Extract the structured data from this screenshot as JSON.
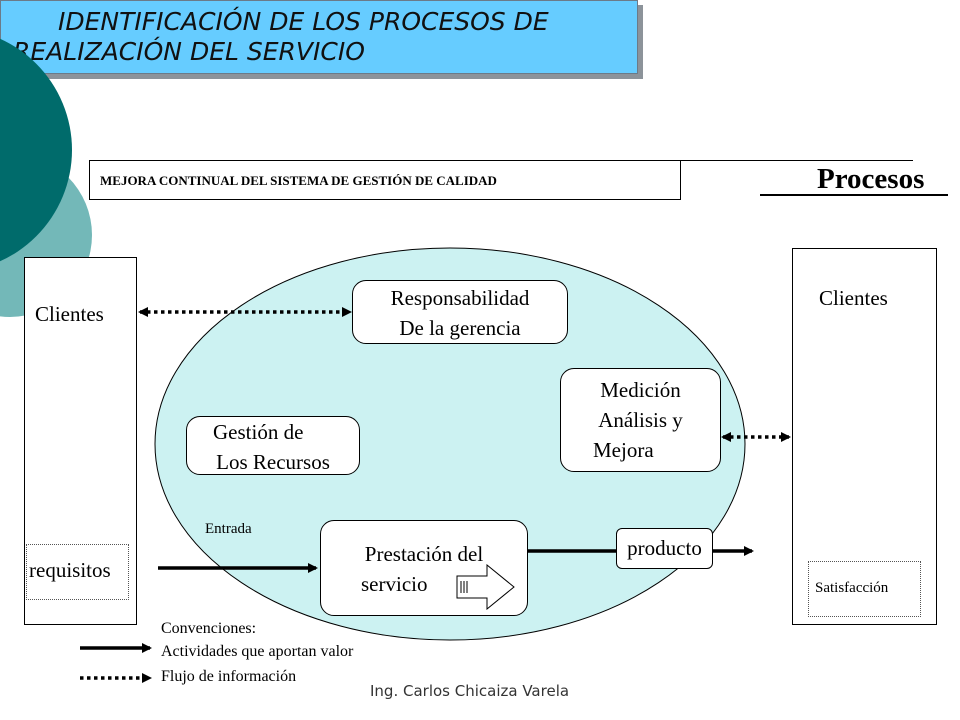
{
  "title": {
    "line1": "IDENTIFICACIÓN DE LOS PROCESOS DE",
    "line2": "REALIZACIÓN DEL SERVICIO"
  },
  "banner": {
    "mejora": "MEJORA CONTINUAL DEL SISTEMA DE GESTIÓN DE CALIDAD",
    "procesos": "Procesos"
  },
  "diagram": {
    "left_clients": "Clientes",
    "right_clients": "Clientes",
    "requisitos": "requisitos",
    "satisfaccion": "Satisfacción",
    "responsabilidad": [
      "Responsabilidad",
      "De la gerencia"
    ],
    "medicion": [
      "Medición",
      "Análisis y",
      "Mejora"
    ],
    "gestion": [
      "Gestión de",
      "Los Recursos"
    ],
    "prestacion": [
      "Prestación del",
      "servicio"
    ],
    "producto": "producto",
    "entrada": "Entrada"
  },
  "legend": {
    "title": "Convenciones:",
    "solid": "Actividades que aportan valor",
    "dotted": "Flujo de información"
  },
  "footer": "Ing. Carlos Chicaiza Varela",
  "colors": {
    "title_bg": "#66ccff",
    "ellipse_fill": "#ccf2f2",
    "teal_dark": "#006b6b",
    "teal_light": "#66b8b8"
  }
}
